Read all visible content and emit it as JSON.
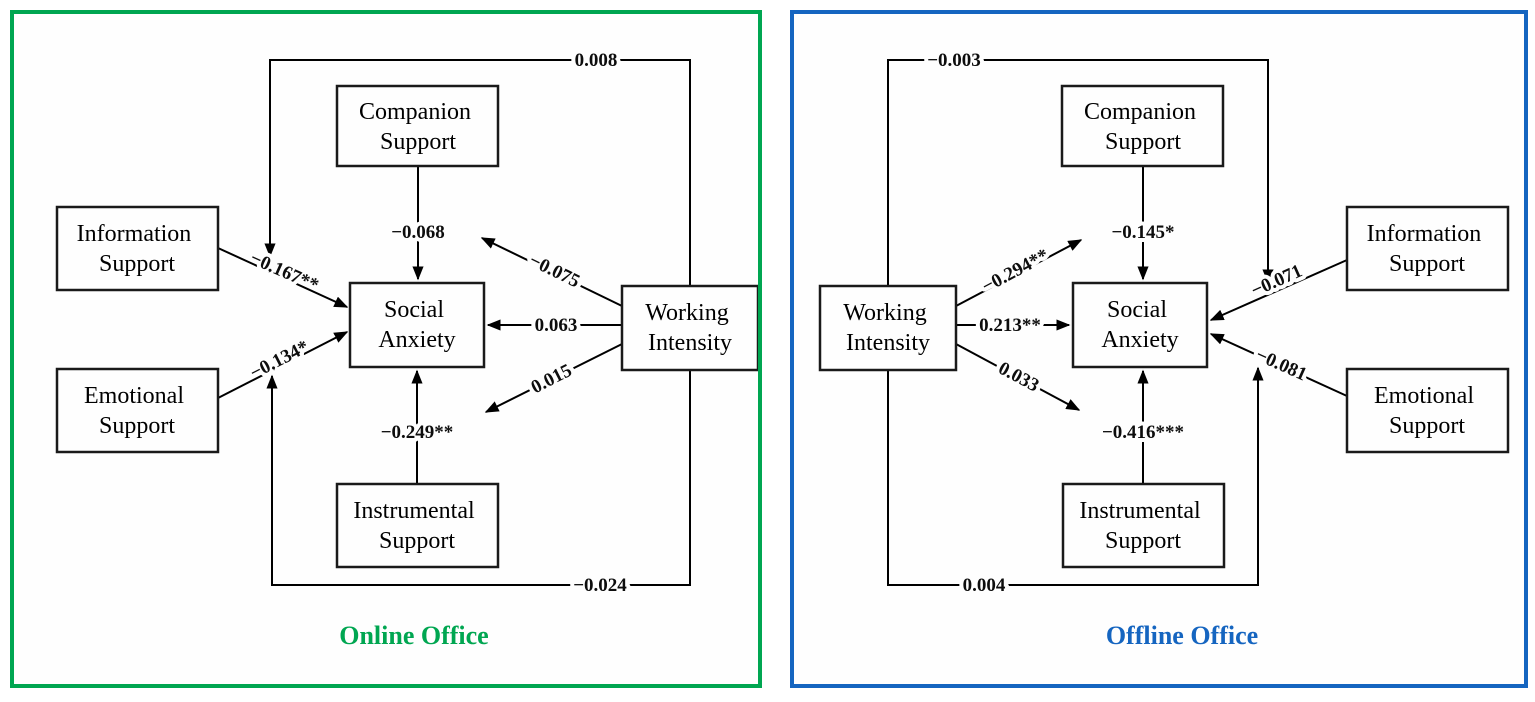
{
  "figure": {
    "type": "path-diagram",
    "description": "Moderation path models of working intensity, social support and social anxiety for online vs offline office workers",
    "colors": {
      "online_green": "#00a651",
      "offline_blue": "#1565c0",
      "anxiety_red": "#c9392e",
      "intensity_blue": "#47a1eb",
      "line_black": "#000000"
    },
    "panels": [
      {
        "id": "online",
        "title": "Online Office",
        "title_color": "#00a651",
        "border_color": "#00a651",
        "boxes": {
          "companion": {
            "line1": "Companion",
            "line2": "Support"
          },
          "information": {
            "line1": "Information",
            "line2": "Support"
          },
          "emotional": {
            "line1": "Emotional",
            "line2": "Support"
          },
          "instrumental": {
            "line1": "Instrumental",
            "line2": "Support"
          },
          "anxiety": {
            "line1": "Social",
            "line2": "Anxiety"
          },
          "intensity": {
            "line1": "Working",
            "line2": "Intensity"
          }
        },
        "paths": [
          {
            "from": "Companion Support",
            "to": "Social Anxiety",
            "coefficient": "−0.068"
          },
          {
            "from": "Information Support",
            "to": "Social Anxiety",
            "coefficient": "−0.167**"
          },
          {
            "from": "Emotional Support",
            "to": "Social Anxiety",
            "coefficient": "−0.134*"
          },
          {
            "from": "Instrumental Support",
            "to": "Social Anxiety",
            "coefficient": "−0.249**"
          },
          {
            "from": "Working Intensity",
            "to": "Social Anxiety",
            "coefficient": "0.063"
          },
          {
            "from": "Working Intensity",
            "to": "Companion Support → Social Anxiety path",
            "coefficient": "−0.075"
          },
          {
            "from": "Working Intensity",
            "to": "Instrumental Support → Social Anxiety path",
            "coefficient": "0.015"
          },
          {
            "from": "Working Intensity",
            "to": "Information Support → Social Anxiety path",
            "coefficient": "0.008"
          },
          {
            "from": "Working Intensity",
            "to": "Emotional Support → Social Anxiety path",
            "coefficient": "−0.024"
          }
        ]
      },
      {
        "id": "offline",
        "title": "Offline Office",
        "title_color": "#1565c0",
        "border_color": "#1565c0",
        "boxes": {
          "companion": {
            "line1": "Companion",
            "line2": "Support"
          },
          "information": {
            "line1": "Information",
            "line2": "Support"
          },
          "emotional": {
            "line1": "Emotional",
            "line2": "Support"
          },
          "instrumental": {
            "line1": "Instrumental",
            "line2": "Support"
          },
          "anxiety": {
            "line1": "Social",
            "line2": "Anxiety"
          },
          "intensity": {
            "line1": "Working",
            "line2": "Intensity"
          }
        },
        "paths": [
          {
            "from": "Companion Support",
            "to": "Social Anxiety",
            "coefficient": "−0.145*"
          },
          {
            "from": "Information Support",
            "to": "Social Anxiety",
            "coefficient": "−0.071"
          },
          {
            "from": "Emotional Support",
            "to": "Social Anxiety",
            "coefficient": "−0.081"
          },
          {
            "from": "Instrumental Support",
            "to": "Social Anxiety",
            "coefficient": "−0.416***"
          },
          {
            "from": "Working Intensity",
            "to": "Social Anxiety",
            "coefficient": "0.213**"
          },
          {
            "from": "Working Intensity",
            "to": "Companion Support → Social Anxiety path",
            "coefficient": "−0.294**"
          },
          {
            "from": "Working Intensity",
            "to": "Instrumental Support → Social Anxiety path",
            "coefficient": "0.033"
          },
          {
            "from": "Working Intensity",
            "to": "Information Support → Social Anxiety path",
            "coefficient": "−0.003"
          },
          {
            "from": "Working Intensity",
            "to": "Emotional Support → Social Anxiety path",
            "coefficient": "0.004"
          }
        ]
      }
    ]
  }
}
